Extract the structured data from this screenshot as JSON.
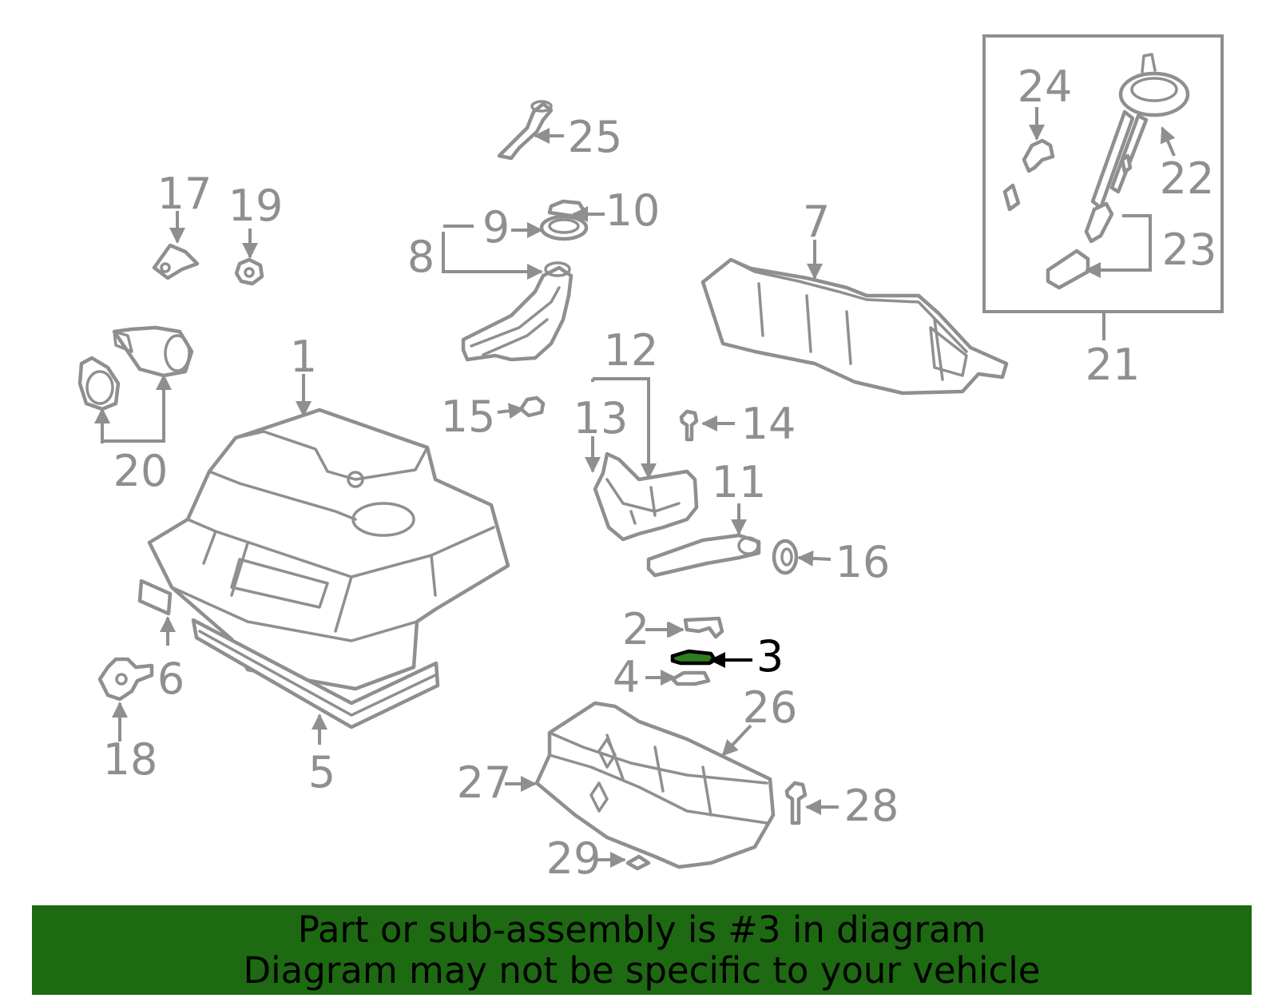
{
  "diagram": {
    "highlighted_part": "3",
    "colors": {
      "line": "#8f8f8f",
      "highlight_fill": "#2e7d1f",
      "highlight_text": "#000000",
      "banner": "#1e6a12"
    },
    "labels": {
      "p1": "1",
      "p2": "2",
      "p3": "3",
      "p4": "4",
      "p5": "5",
      "p6": "6",
      "p7": "7",
      "p8": "8",
      "p9": "9",
      "p10": "10",
      "p11": "11",
      "p12": "12",
      "p13": "13",
      "p14": "14",
      "p15": "15",
      "p16": "16",
      "p17": "17",
      "p18": "18",
      "p19": "19",
      "p20": "20",
      "p21": "21",
      "p22": "22",
      "p23": "23",
      "p24": "24",
      "p25": "25",
      "p26": "26",
      "p27": "27",
      "p28": "28",
      "p29": "29"
    }
  },
  "banner": {
    "line1": "Part or sub-assembly is #3 in diagram",
    "line2": "Diagram may not be specific to your vehicle"
  }
}
